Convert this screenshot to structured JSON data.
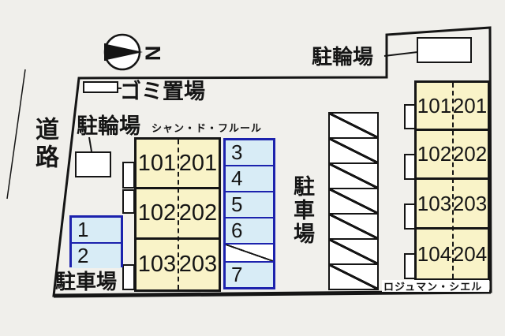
{
  "title": "site-plan",
  "colors": {
    "background": "#f0efeb",
    "room_fill": "#f9f3c8",
    "space_fill": "#d8ecf6",
    "space_border": "#1c22ad",
    "line": "#151515"
  },
  "compass": {
    "label": "N"
  },
  "labels": {
    "road": "道路",
    "garbage_area": "ゴミ置場",
    "bicycle_left": "駐輪場",
    "bicycle_right": "駐輪場",
    "parking_center": "駐車場",
    "parking_bottom_left": "駐車場"
  },
  "left_building": {
    "name": "シャン・ド・フルール",
    "rooms": [
      {
        "l": "101",
        "r": "201"
      },
      {
        "l": "102",
        "r": "202"
      },
      {
        "l": "103",
        "r": "203"
      }
    ]
  },
  "right_building": {
    "name": "ロジュマン・シエル",
    "rooms": [
      {
        "l": "101",
        "r": "201"
      },
      {
        "l": "102",
        "r": "202"
      },
      {
        "l": "103",
        "r": "203"
      },
      {
        "l": "104",
        "r": "204"
      }
    ]
  },
  "parking": {
    "left_cells": [
      {
        "label": "1"
      },
      {
        "label": "2"
      }
    ],
    "right_cells": [
      {
        "label": "3"
      },
      {
        "label": "4"
      },
      {
        "label": "5"
      },
      {
        "label": "6"
      },
      {
        "label": ""
      },
      {
        "label": "7"
      }
    ]
  }
}
